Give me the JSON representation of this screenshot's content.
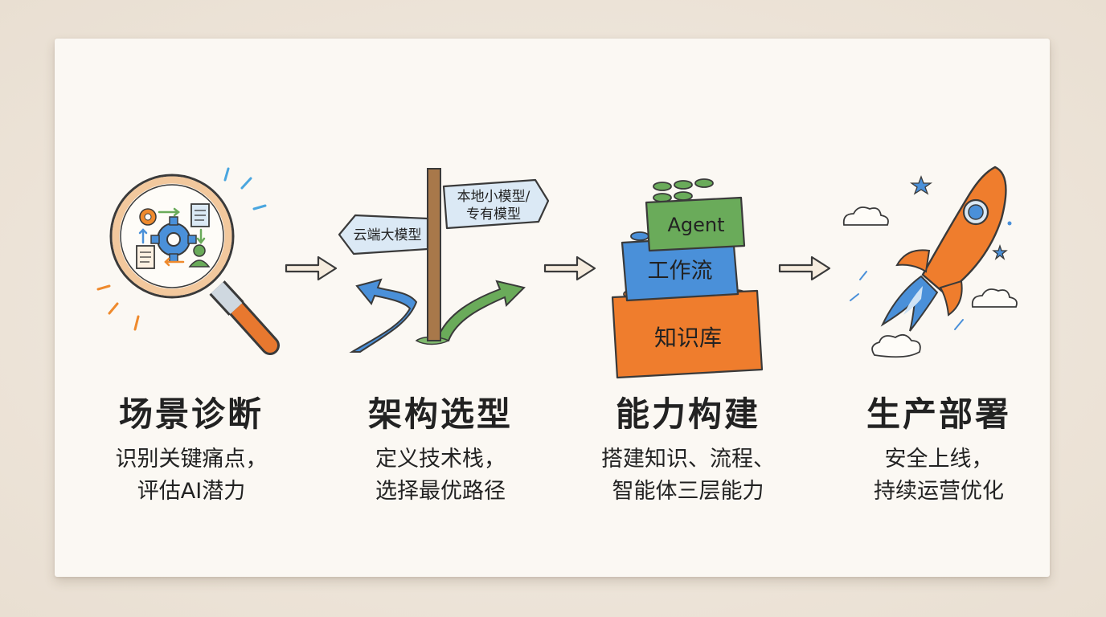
{
  "steps": [
    {
      "title": "场景诊断",
      "desc_line1": "识别关键痛点，",
      "desc_line2": "评估AI潜力"
    },
    {
      "title": "架构选型",
      "desc_line1": "定义技术栈，",
      "desc_line2": "选择最优路径",
      "sign_left": "云端大模型",
      "sign_right_line1": "本地小模型/",
      "sign_right_line2": "专有模型"
    },
    {
      "title": "能力构建",
      "desc_line1": "搭建知识、流程、",
      "desc_line2": "智能体三层能力",
      "block_top": "Agent",
      "block_middle": "工作流",
      "block_bottom": "知识库"
    },
    {
      "title": "生产部署",
      "desc_line1": "安全上线，",
      "desc_line2": "持续运营优化"
    }
  ],
  "colors": {
    "orange": "#ef7d2d",
    "blue": "#4a90d9",
    "green": "#6aab5a",
    "light_blue": "#dbe9f5",
    "ink": "#3a3a3a"
  }
}
